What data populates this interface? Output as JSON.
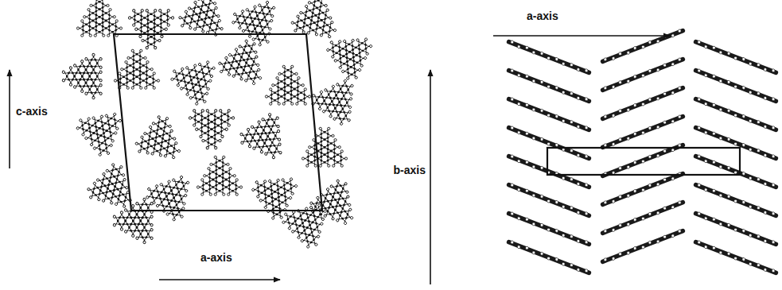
{
  "diagram": {
    "labels": [
      "c-axis",
      "a-axis",
      "b-axis",
      "a-axis"
    ]
  }
}
